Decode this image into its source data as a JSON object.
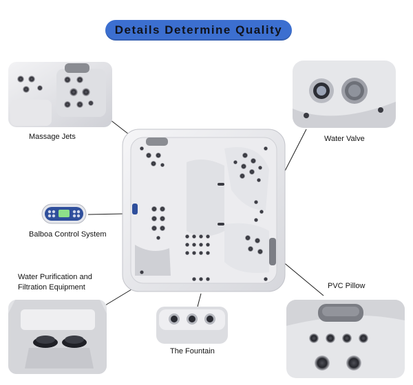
{
  "header": {
    "title": "Details Determine Quality"
  },
  "callouts": {
    "massage_jets": "Massage Jets",
    "water_valve": "Water Valve",
    "balboa_control": "Balboa Control System",
    "water_purification_line1": "Water Purification and",
    "water_purification_line2": "Filtration Equipment",
    "fountain": "The Fountain",
    "pvc_pillow": "PVC Pillow"
  },
  "colors": {
    "title_pill": "#3c6fd0",
    "leader_line": "#1a1a1a",
    "tub_shell": "#e9e9ec",
    "control_panel": "#2f4f9c"
  }
}
